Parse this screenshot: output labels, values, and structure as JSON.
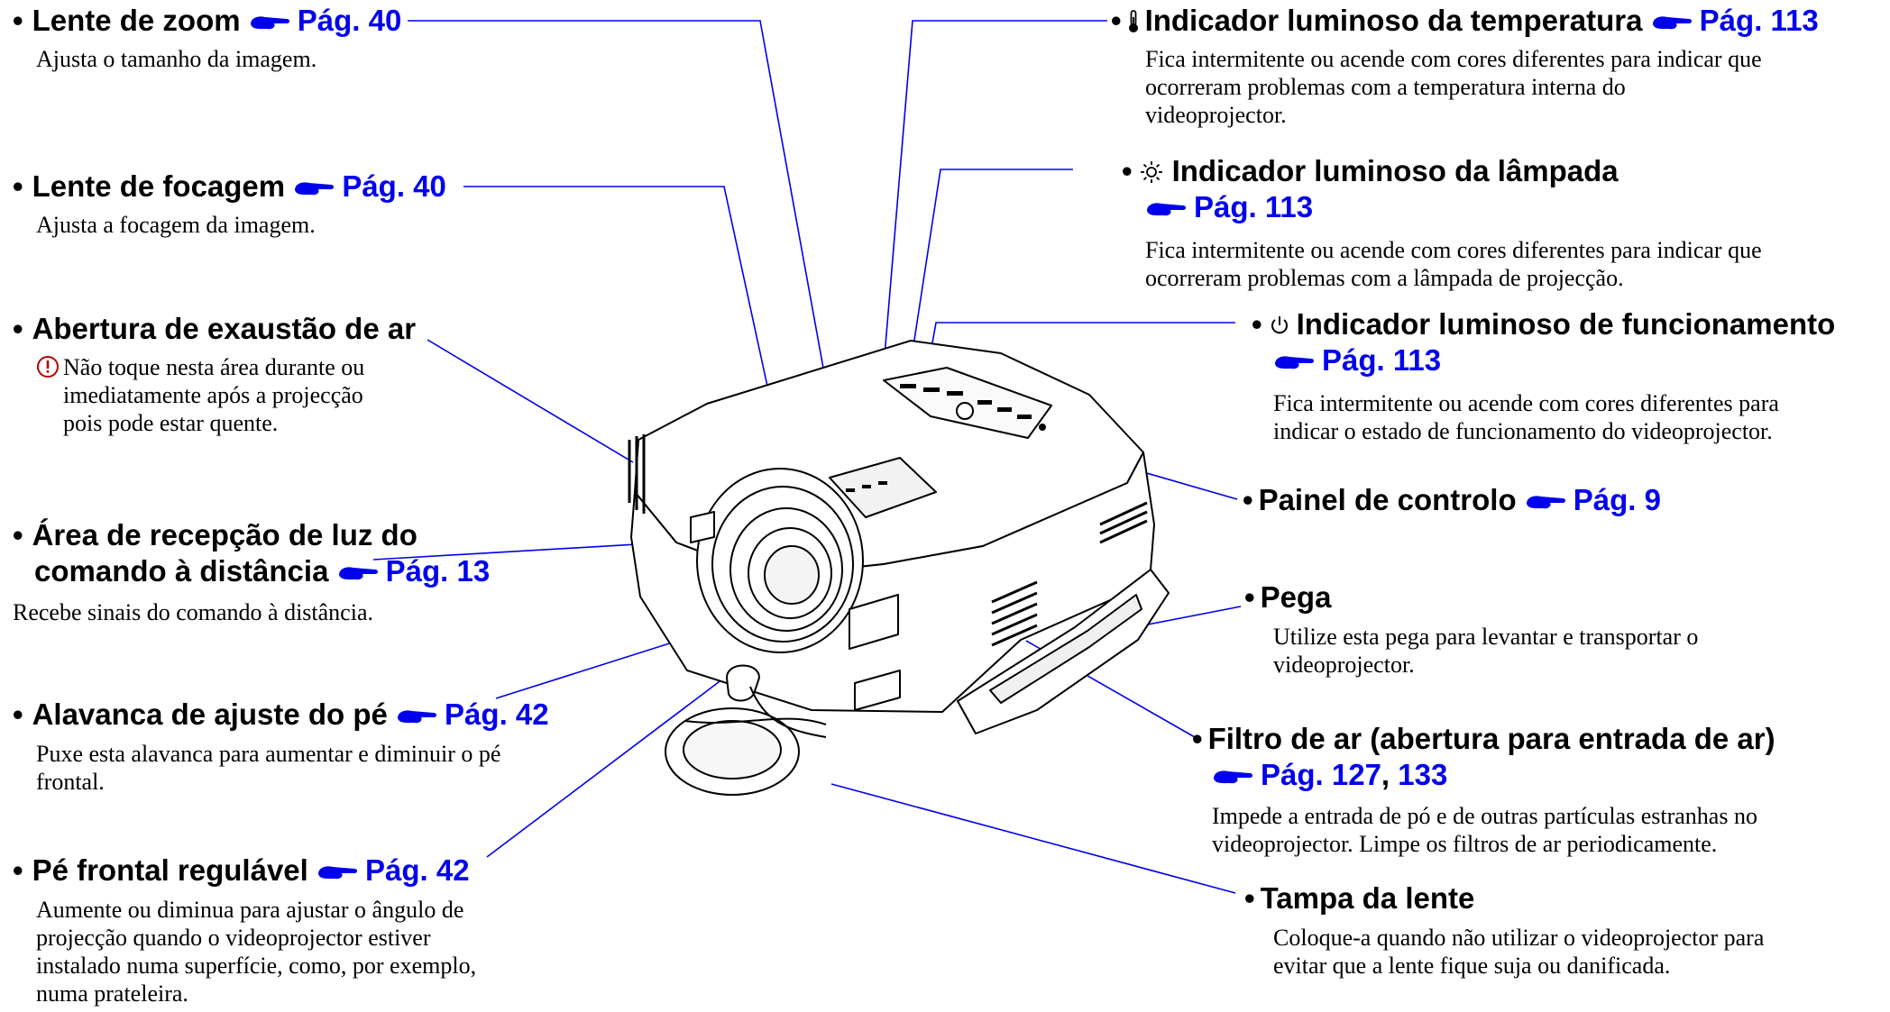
{
  "labels": {
    "zoom": {
      "title": "Lente de zoom",
      "ref": "Pág. 40",
      "desc": [
        "Ajusta o tamanho da imagem."
      ]
    },
    "focus": {
      "title": "Lente de focagem",
      "ref": "Pág. 40",
      "desc": [
        "Ajusta a focagem da imagem."
      ]
    },
    "exhaust": {
      "title": "Abertura de exaustão de ar",
      "desc": [
        "Não toque nesta área durante ou",
        "imediatamente após a projecção",
        "pois pode estar quente."
      ]
    },
    "receiver": {
      "title_1": "Área de recepção de luz do",
      "title_2": "comando à distância",
      "ref": "Pág. 13",
      "desc": [
        "Recebe sinais do comando à distância."
      ]
    },
    "foot_lever": {
      "title": "Alavanca de ajuste do pé",
      "ref": "Pág. 42",
      "desc": [
        "Puxe esta alavanca para aumentar e diminuir o pé",
        "frontal."
      ]
    },
    "front_foot": {
      "title": "Pé frontal regulável",
      "ref": "Pág. 42",
      "desc": [
        "Aumente ou diminua para ajustar o ângulo de",
        "projecção quando o videoprojector estiver",
        "instalado numa superfície, como, por exemplo,",
        "numa prateleira."
      ]
    },
    "temp": {
      "title": "Indicador luminoso da temperatura",
      "ref": "Pág. 113",
      "desc": [
        "Fica intermitente ou acende com cores diferentes para indicar que",
        "ocorreram problemas com a temperatura interna do",
        "videoprojector."
      ]
    },
    "lamp": {
      "title": "Indicador luminoso da lâmpada",
      "ref": "Pág. 113",
      "desc": [
        "Fica intermitente ou acende com cores diferentes para indicar que",
        "ocorreram problemas com a lâmpada de projecção."
      ]
    },
    "power": {
      "title": "Indicador luminoso de funcionamento",
      "ref": "Pág. 113",
      "desc": [
        "Fica intermitente ou acende com cores diferentes para",
        "indicar o estado de funcionamento do videoprojector."
      ]
    },
    "panel": {
      "title": "Painel de controlo",
      "ref": "Pág. 9"
    },
    "handle": {
      "title": "Pega",
      "desc": [
        "Utilize esta pega para levantar e transportar o",
        "videoprojector."
      ]
    },
    "filter": {
      "title": "Filtro de ar (abertura para entrada de ar)",
      "ref_a": "Pág. 127",
      "ref_sep": ", ",
      "ref_b": "133",
      "desc": [
        "Impede a entrada de pó e de outras partículas estranhas no",
        "videoprojector. Limpe os filtros de ar periodicamente."
      ]
    },
    "lens_cap": {
      "title": "Tampa da lente",
      "desc": [
        "Coloque-a quando não utilizar o videoprojector para",
        "evitar que a lente fique suja ou danificada."
      ]
    }
  },
  "colors": {
    "link": "#0000ee",
    "leader": "#0000ee",
    "text": "#000000"
  },
  "icons": {
    "page_ref": "pointing-hand-icon",
    "warning": "warning-icon",
    "temperature": "thermometer-icon",
    "lamp": "sun-icon",
    "power": "power-icon",
    "bullet": "bullet-dot"
  }
}
